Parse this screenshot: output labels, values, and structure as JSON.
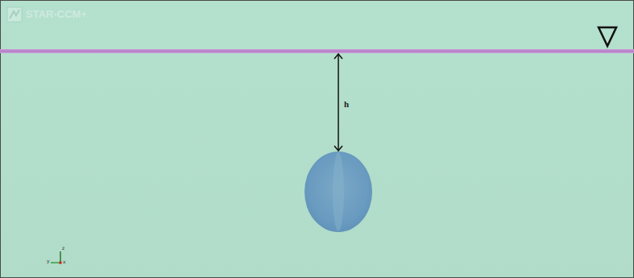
{
  "diagram": {
    "labels": [
      "STAR-CCM+",
      "h",
      "z",
      "y",
      "x"
    ]
  }
}
